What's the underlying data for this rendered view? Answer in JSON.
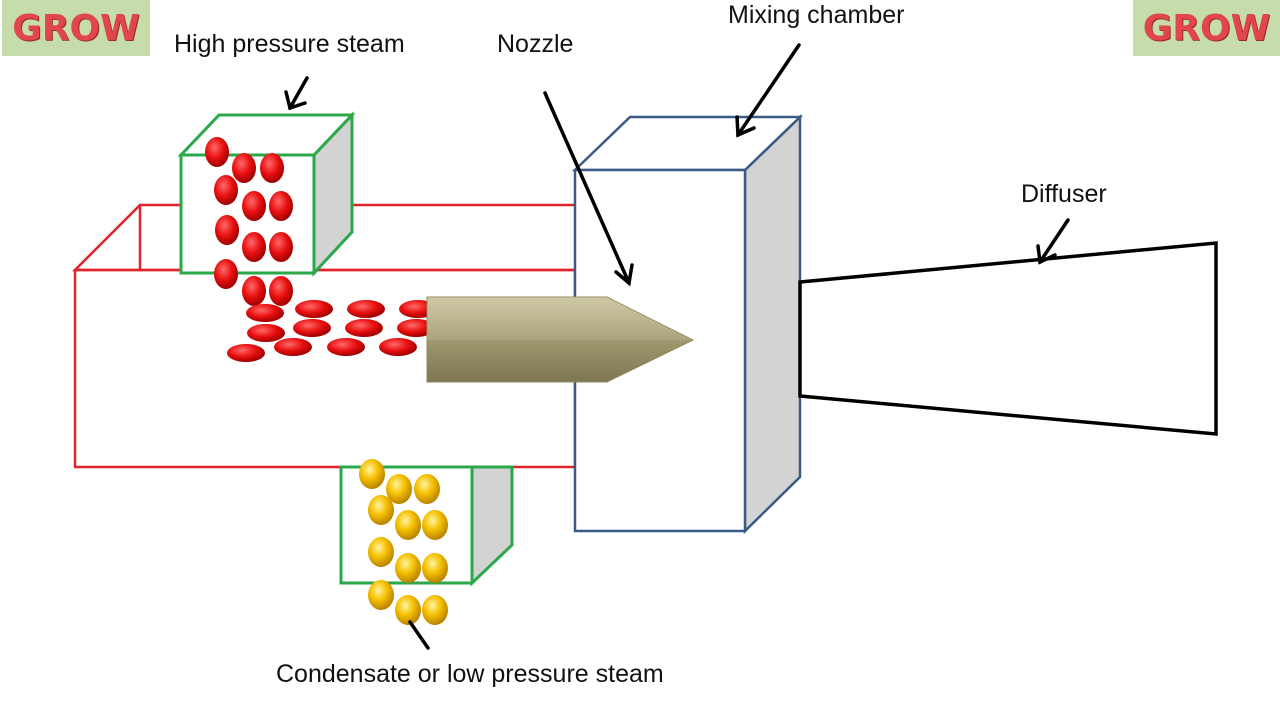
{
  "badges": {
    "left": "GROW",
    "right": "GROW"
  },
  "labels": {
    "high_pressure_steam": "High pressure steam",
    "nozzle": "Nozzle",
    "mixing_chamber": "Mixing chamber",
    "diffuser": "Diffuser",
    "condensate": "Condensate or  low pressure steam"
  },
  "colors": {
    "steam_body_outline": "#e0242a",
    "steam_box_outline": "#2aa84a",
    "mixing_chamber_outline": "#3c5a86",
    "side_face": "#d3d3d3",
    "nozzle": "#a8a07a",
    "red_particle": "#e81010",
    "yellow_particle": "#f5c000",
    "badge_bg": "#c6dcab",
    "badge_text": "#e0464a"
  }
}
